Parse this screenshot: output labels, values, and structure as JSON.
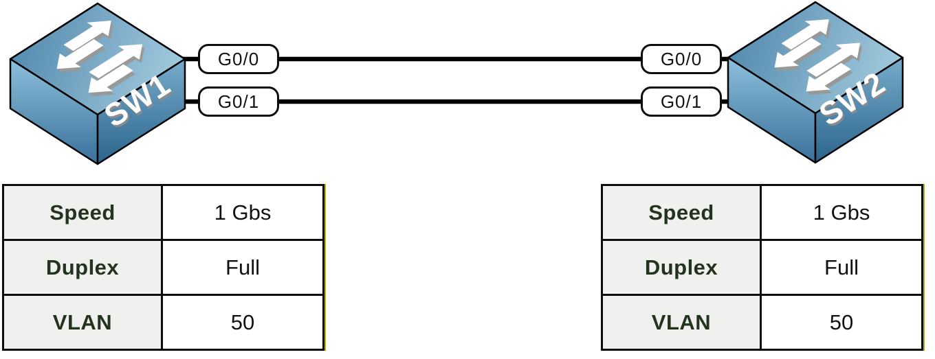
{
  "switches": [
    {
      "name": "SW1",
      "ports": [
        "G0/0",
        "G0/1"
      ]
    },
    {
      "name": "SW2",
      "ports": [
        "G0/0",
        "G0/1"
      ]
    }
  ],
  "links": [
    {
      "sw1_port": "G0/0",
      "sw2_port": "G0/0"
    },
    {
      "sw1_port": "G0/1",
      "sw2_port": "G0/1"
    }
  ],
  "tables": [
    {
      "rows": [
        {
          "label": "Speed",
          "value": "1 Gbs"
        },
        {
          "label": "Duplex",
          "value": "Full"
        },
        {
          "label": "VLAN",
          "value": "50"
        }
      ]
    },
    {
      "rows": [
        {
          "label": "Speed",
          "value": "1 Gbs"
        },
        {
          "label": "Duplex",
          "value": "Full"
        },
        {
          "label": "VLAN",
          "value": "50"
        }
      ]
    }
  ],
  "colors": {
    "switch_top_light": "#a6cde0",
    "switch_top_dark": "#4f87ac",
    "switch_left_face_dark": "#3a709a",
    "switch_right_face_dark": "#2b648c",
    "link_line": "#000000",
    "port_label_border": "#0d0d0d",
    "table_header_bg": "#f0f0ee",
    "table_header_text": "#24331e",
    "table_border": "#0d0d0d",
    "table_edge_accent": "#b3ad12"
  }
}
